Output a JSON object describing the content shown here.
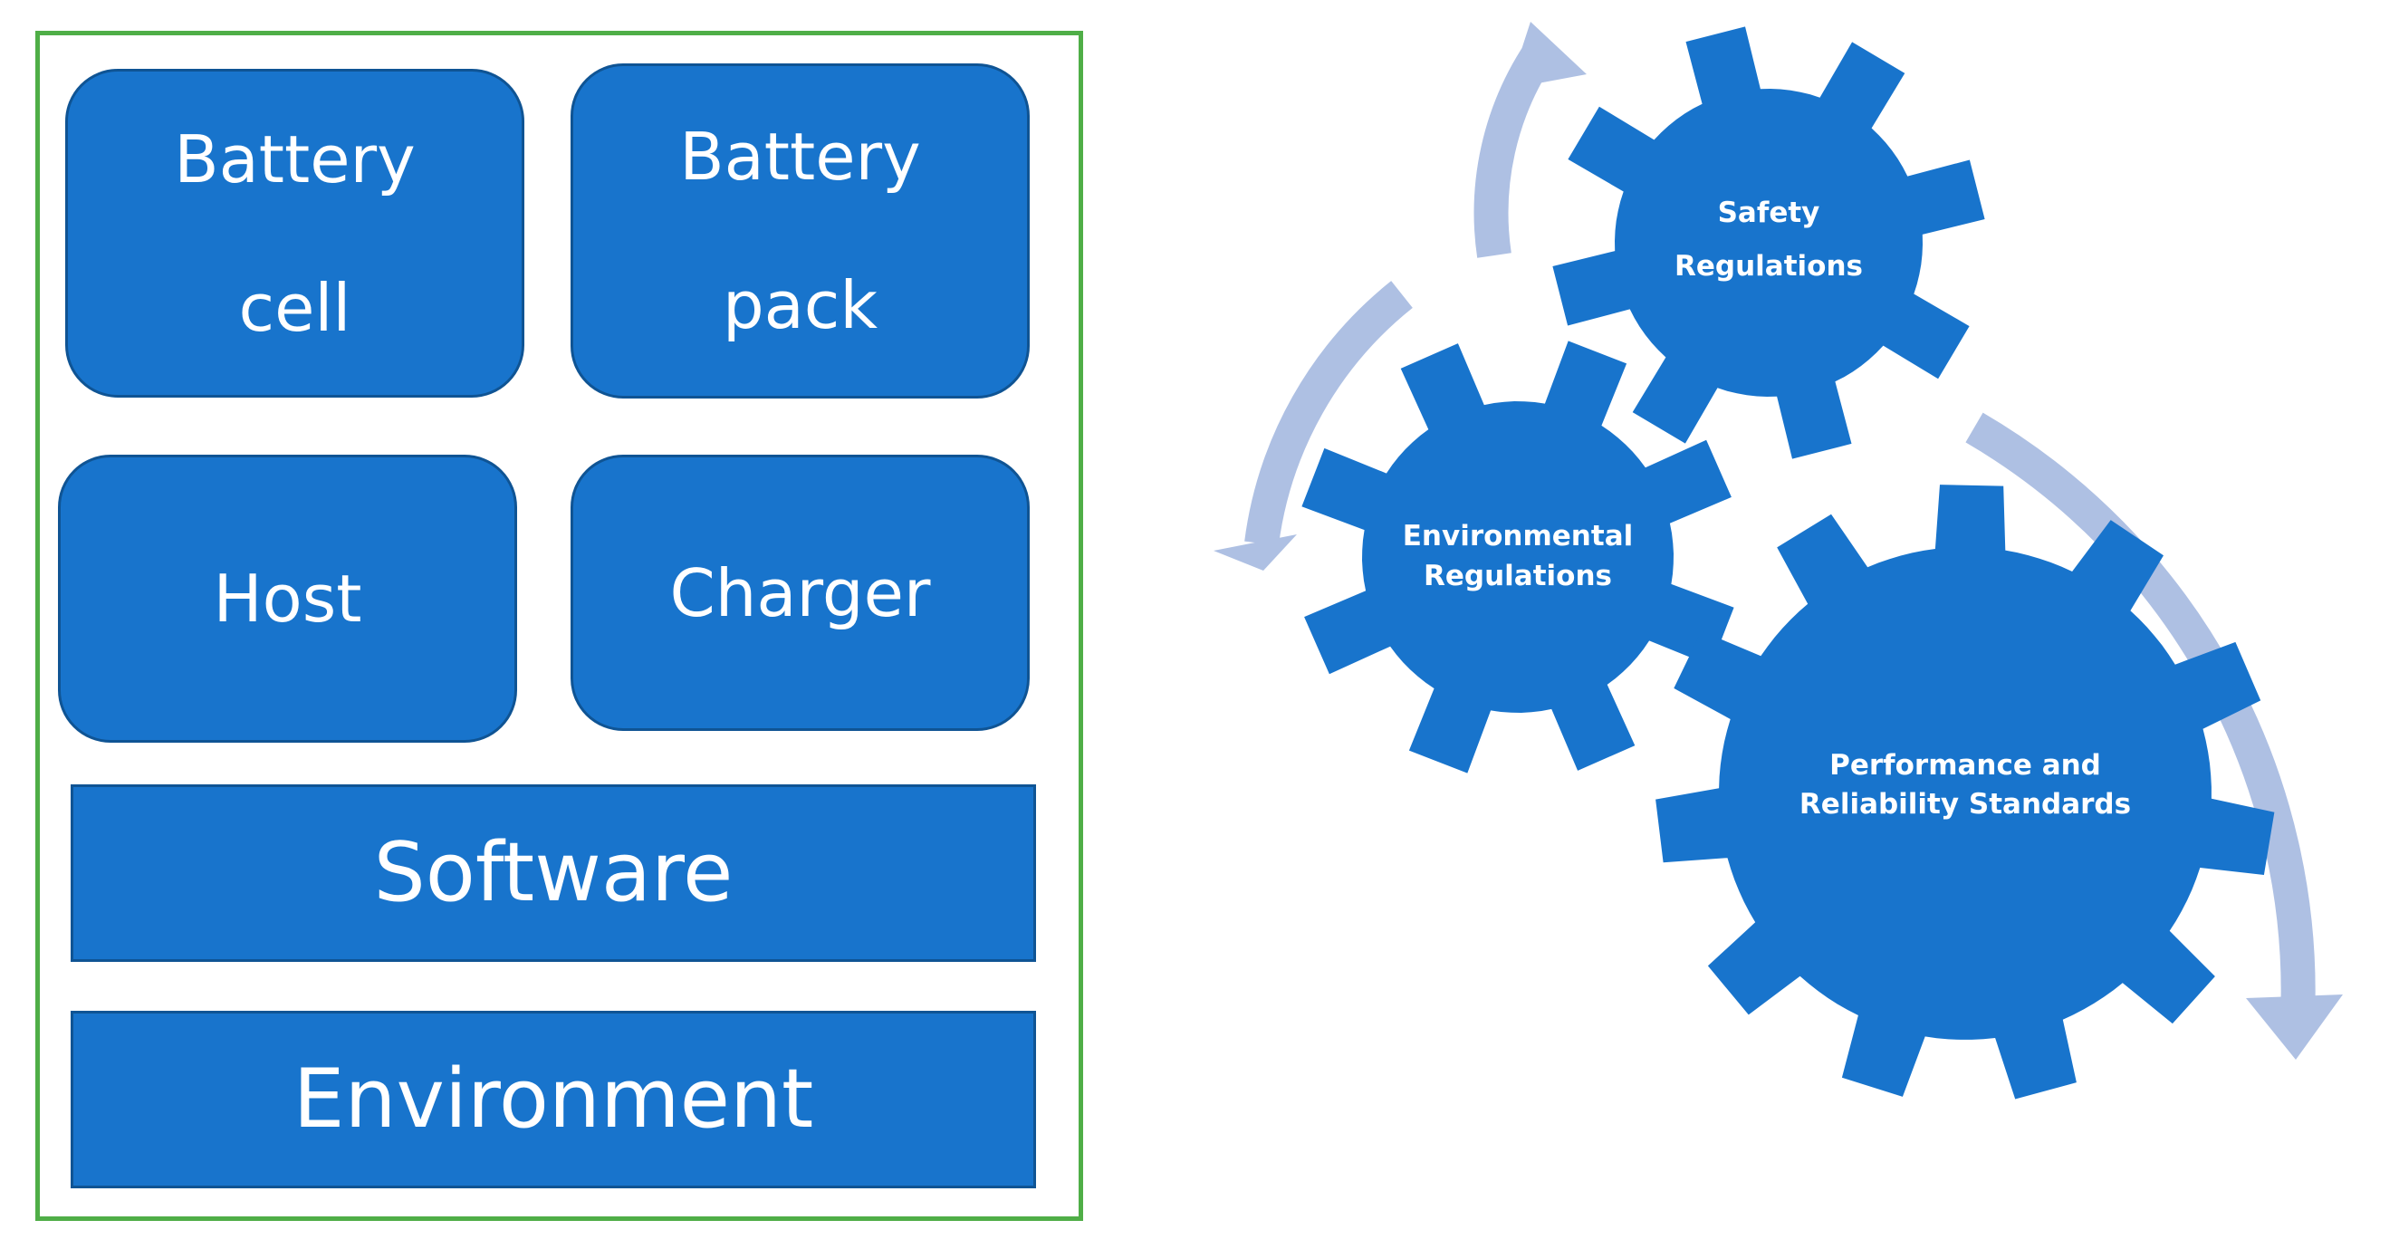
{
  "components": {
    "battery_cell": {
      "line1": "Battery",
      "line2": "cell"
    },
    "battery_pack": {
      "line1": "Battery",
      "line2": "pack"
    },
    "host": "Host",
    "charger": "Charger",
    "software": "Software",
    "environment": "Environment"
  },
  "gears": {
    "safety": {
      "line1": "Safety",
      "line2": "Regulations"
    },
    "environmental": {
      "line1": "Environmental",
      "line2": "Regulations"
    },
    "performance": {
      "line1": "Performance and",
      "line2": "Reliability Standards"
    }
  },
  "colors": {
    "block_fill": "#1874cc",
    "block_border": "#0f5494",
    "frame": "#4fae47",
    "gear_fill": "#1874cc",
    "arrow": "#aec0e3"
  }
}
